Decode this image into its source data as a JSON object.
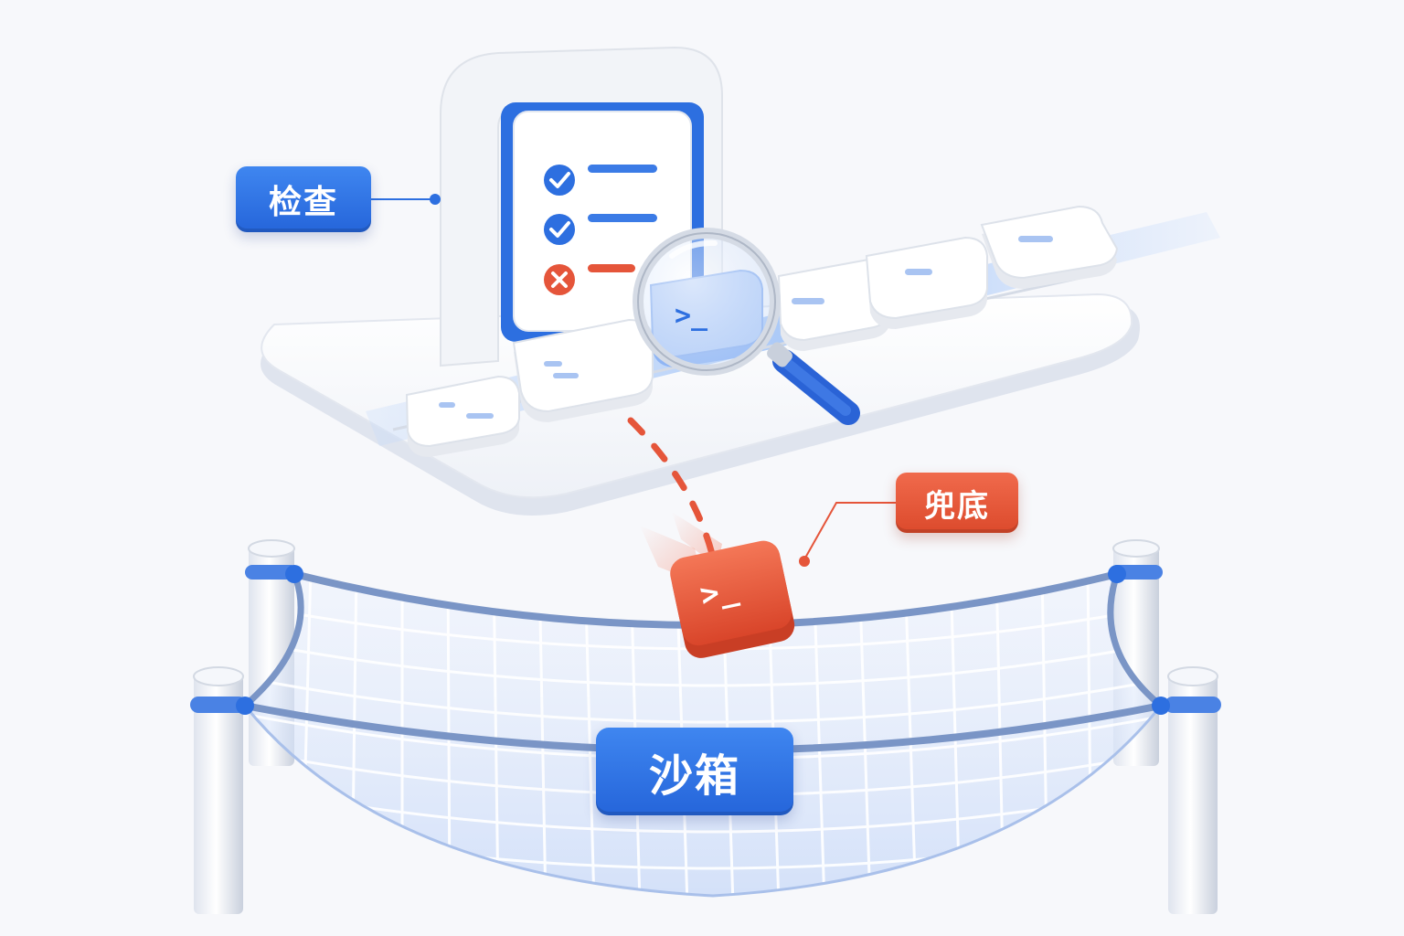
{
  "labels": {
    "check": "检查",
    "fallback": "兜底",
    "sandbox": "沙箱"
  },
  "prompt_symbol": ">_",
  "checklist": [
    {
      "status": "pass",
      "icon": "check-icon"
    },
    {
      "status": "pass",
      "icon": "check-icon"
    },
    {
      "status": "fail",
      "icon": "cross-icon"
    }
  ],
  "colors": {
    "blue": "#2d6fe0",
    "red": "#e5553a",
    "panel": "#ffffff",
    "track": "#cfe0fb",
    "background": "#f7f8fb"
  }
}
